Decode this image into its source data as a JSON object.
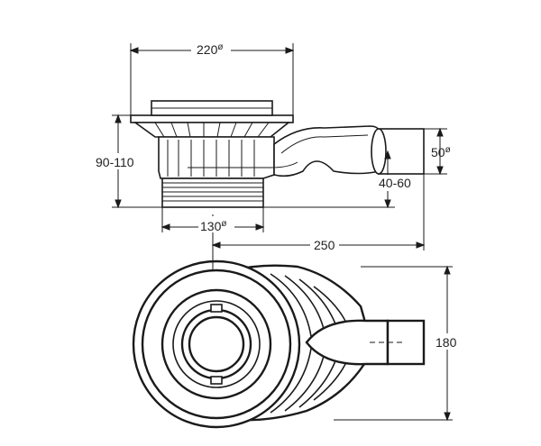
{
  "dimensions": {
    "top_width": "220",
    "top_width_sup": "ø",
    "height_range": "90-110",
    "outlet_diameter": "50",
    "outlet_diameter_sup": "ø",
    "outlet_height": "40-60",
    "thread_diameter": "130",
    "thread_diameter_sup": "ø",
    "overall_length": "250",
    "plan_width": "180"
  }
}
